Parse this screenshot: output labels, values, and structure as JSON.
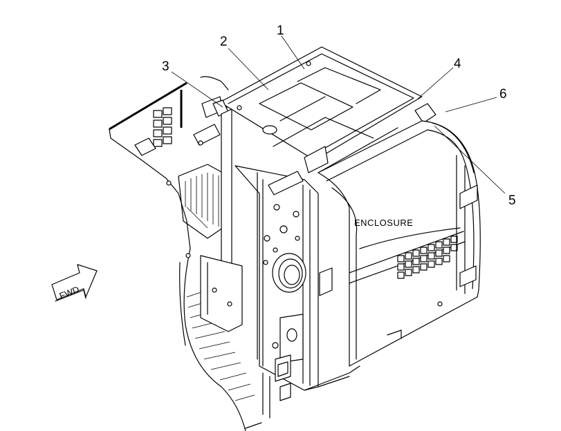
{
  "diagram": {
    "component_label": "ENCLOSURE",
    "direction_label": "FWD",
    "callouts": [
      "1",
      "2",
      "3",
      "4",
      "5",
      "6"
    ]
  }
}
